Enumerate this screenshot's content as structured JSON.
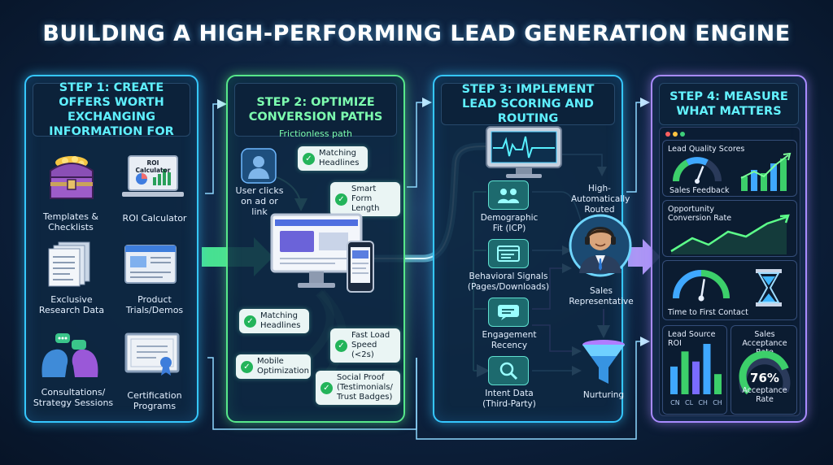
{
  "title": "BUILDING A HIGH-PERFORMING LEAD GENERATION ENGINE",
  "steps": [
    {
      "title": "STEP 1: CREATE OFFERS WORTH EXCHANGING INFORMATION FOR",
      "color": "#35c7ff"
    },
    {
      "title": "STEP 2: OPTIMIZE CONVERSION PATHS",
      "color": "#57e88a"
    },
    {
      "title": "STEP 3: IMPLEMENT LEAD SCORING AND ROUTING",
      "color": "#35c7ff"
    },
    {
      "title": "STEP 4: MEASURE WHAT MATTERS",
      "color": "#a98bff"
    }
  ],
  "step1": {
    "offers": [
      {
        "label": "Templates & Checklists",
        "icon": "treasure-chest-icon"
      },
      {
        "label": "ROI Calculator",
        "icon": "laptop-calculator-icon",
        "screen_text": "ROI Calculator"
      },
      {
        "label": "Exclusive Research Data",
        "icon": "document-stack-icon"
      },
      {
        "label": "Product Trials/Demos",
        "icon": "product-window-icon"
      },
      {
        "label": "Consultations/ Strategy Sessions",
        "icon": "consultation-heads-icon"
      },
      {
        "label": "Certification Programs",
        "icon": "certificate-icon"
      }
    ]
  },
  "step2": {
    "subtitle": "Frictionless path",
    "user_label": "User clicks on ad or link",
    "bubbles_top": [
      "Matching Headlines",
      "Smart Form Length"
    ],
    "bubbles_bottom": [
      "Matching Headlines",
      "Fast Load Speed (<2s)",
      "Mobile Optimization",
      "Social Proof (Testimonials/ Trust Badges)"
    ]
  },
  "step3": {
    "signals": [
      {
        "label": "Demographic Fit (ICP)",
        "icon": "people-icon"
      },
      {
        "label": "Behavioral Signals (Pages/Downloads)",
        "icon": "browser-pages-icon"
      },
      {
        "label": "Engagement Recency",
        "icon": "chat-icon"
      },
      {
        "label": "Intent Data (Third-Party)",
        "icon": "magnifier-icon"
      }
    ],
    "routed_label": "High- Automatically Routed",
    "sales_label": "Sales Representative",
    "nurturing_label": "Nurturing"
  },
  "step4": {
    "lead_quality": {
      "title": "Lead Quality Scores",
      "gauge_label": "Sales Feedback",
      "gauge_value": 0.62
    },
    "opportunity": {
      "title": "Opportunity Conversion Rate"
    },
    "time_contact": {
      "label": "Time to First Contact",
      "gauge_value": 0.55
    },
    "lead_source": {
      "title": "Lead Source ROI",
      "bars": [
        0.55,
        0.85,
        0.65,
        1.0,
        0.4
      ],
      "bar_labels": [
        "CN",
        "CL",
        "CH",
        "CH"
      ]
    },
    "sales_acceptance": {
      "title": "Sales Acceptance Rate",
      "value_text": "76%",
      "value": 0.76,
      "label": "Acceptance Rate"
    }
  },
  "colors": {
    "cyan": "#35c7ff",
    "green": "#57e88a",
    "purple": "#a98bff",
    "teal": "#5fe0d0",
    "check": "#23b45a"
  }
}
